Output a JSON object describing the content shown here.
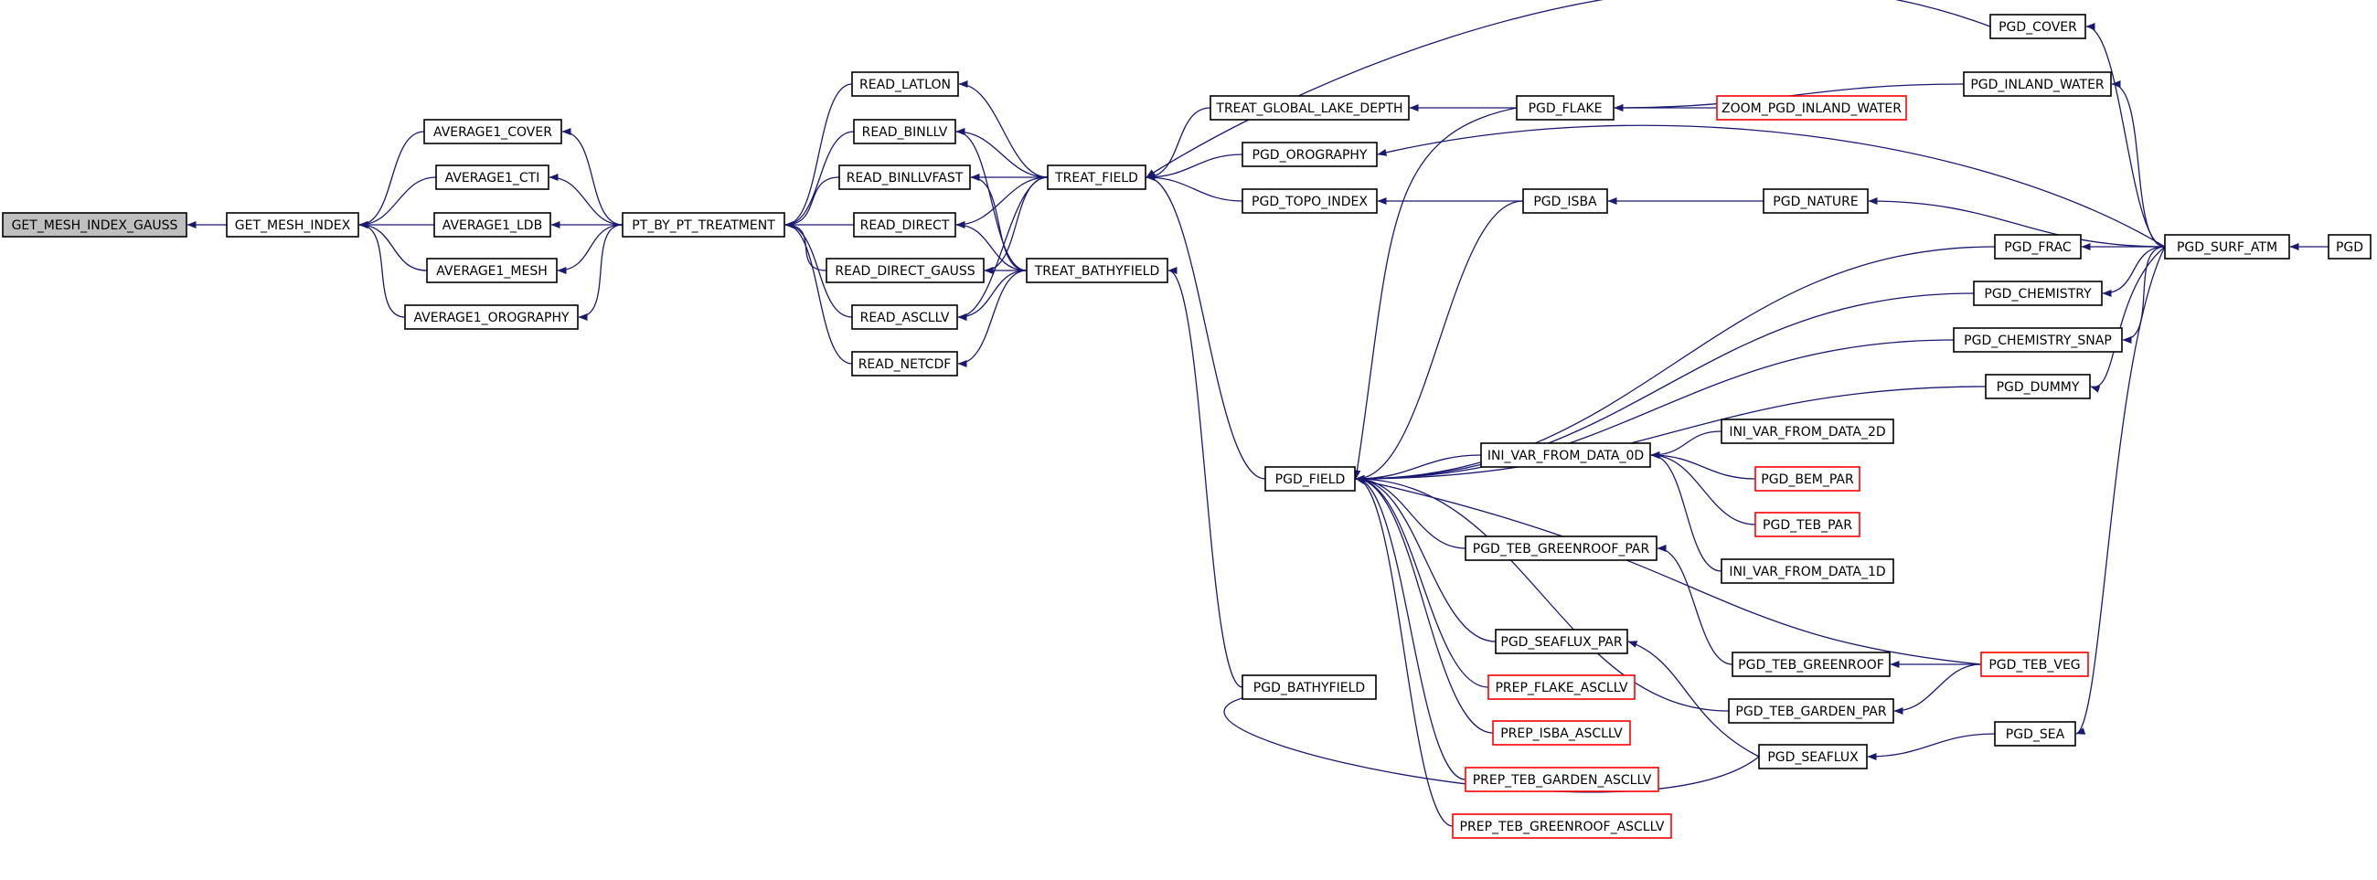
{
  "colors": {
    "edge": "#191970",
    "arrow": "#191970",
    "node_border": "#000000",
    "truncated_border": "#ff0000",
    "focus_fill": "#bfbfbf",
    "node_fill": "#ffffff"
  },
  "nodes": [
    {
      "id": "get_mesh_index_gauss",
      "label": "GET_MESH_INDEX_GAUSS",
      "kind": "focus"
    },
    {
      "id": "get_mesh_index",
      "label": "GET_MESH_INDEX",
      "kind": "normal"
    },
    {
      "id": "average1_cover",
      "label": "AVERAGE1_COVER",
      "kind": "normal"
    },
    {
      "id": "average1_cti",
      "label": "AVERAGE1_CTI",
      "kind": "normal"
    },
    {
      "id": "average1_ldb",
      "label": "AVERAGE1_LDB",
      "kind": "normal"
    },
    {
      "id": "average1_mesh",
      "label": "AVERAGE1_MESH",
      "kind": "normal"
    },
    {
      "id": "average1_orography",
      "label": "AVERAGE1_OROGRAPHY",
      "kind": "normal"
    },
    {
      "id": "pt_by_pt_treatment",
      "label": "PT_BY_PT_TREATMENT",
      "kind": "normal"
    },
    {
      "id": "read_latlon",
      "label": "READ_LATLON",
      "kind": "normal"
    },
    {
      "id": "read_binllv",
      "label": "READ_BINLLV",
      "kind": "normal"
    },
    {
      "id": "read_binllvfast",
      "label": "READ_BINLLVFAST",
      "kind": "normal"
    },
    {
      "id": "read_direct",
      "label": "READ_DIRECT",
      "kind": "normal"
    },
    {
      "id": "read_direct_gauss",
      "label": "READ_DIRECT_GAUSS",
      "kind": "normal"
    },
    {
      "id": "read_ascllv",
      "label": "READ_ASCLLV",
      "kind": "normal"
    },
    {
      "id": "read_netcdf",
      "label": "READ_NETCDF",
      "kind": "normal"
    },
    {
      "id": "treat_field",
      "label": "TREAT_FIELD",
      "kind": "normal"
    },
    {
      "id": "treat_bathyfield",
      "label": "TREAT_BATHYFIELD",
      "kind": "normal"
    },
    {
      "id": "treat_global_lake_depth",
      "label": "TREAT_GLOBAL_LAKE_DEPTH",
      "kind": "normal"
    },
    {
      "id": "pgd_orography",
      "label": "PGD_OROGRAPHY",
      "kind": "normal"
    },
    {
      "id": "pgd_topo_index",
      "label": "PGD_TOPO_INDEX",
      "kind": "normal"
    },
    {
      "id": "pgd_field",
      "label": "PGD_FIELD",
      "kind": "normal"
    },
    {
      "id": "pgd_bathyfield",
      "label": "PGD_BATHYFIELD",
      "kind": "normal"
    },
    {
      "id": "pgd_flake",
      "label": "PGD_FLAKE",
      "kind": "normal"
    },
    {
      "id": "zoom_pgd_inland_water",
      "label": "ZOOM_PGD_INLAND_WATER",
      "kind": "truncated"
    },
    {
      "id": "pgd_isba",
      "label": "PGD_ISBA",
      "kind": "normal"
    },
    {
      "id": "pgd_nature",
      "label": "PGD_NATURE",
      "kind": "normal"
    },
    {
      "id": "ini_var_from_data_0d",
      "label": "INI_VAR_FROM_DATA_0D",
      "kind": "normal"
    },
    {
      "id": "ini_var_from_data_2d",
      "label": "INI_VAR_FROM_DATA_2D",
      "kind": "normal"
    },
    {
      "id": "pgd_bem_par",
      "label": "PGD_BEM_PAR",
      "kind": "truncated"
    },
    {
      "id": "pgd_teb_par",
      "label": "PGD_TEB_PAR",
      "kind": "truncated"
    },
    {
      "id": "ini_var_from_data_1d",
      "label": "INI_VAR_FROM_DATA_1D",
      "kind": "normal"
    },
    {
      "id": "pgd_teb_greenroof_par",
      "label": "PGD_TEB_GREENROOF_PAR",
      "kind": "normal"
    },
    {
      "id": "pgd_seaflux_par",
      "label": "PGD_SEAFLUX_PAR",
      "kind": "normal"
    },
    {
      "id": "prep_flake_ascllv",
      "label": "PREP_FLAKE_ASCLLV",
      "kind": "truncated"
    },
    {
      "id": "prep_isba_ascllv",
      "label": "PREP_ISBA_ASCLLV",
      "kind": "truncated"
    },
    {
      "id": "prep_teb_garden_ascllv",
      "label": "PREP_TEB_GARDEN_ASCLLV",
      "kind": "truncated"
    },
    {
      "id": "prep_teb_greenroof_ascllv",
      "label": "PREP_TEB_GREENROOF_ASCLLV",
      "kind": "truncated"
    },
    {
      "id": "pgd_teb_greenroof",
      "label": "PGD_TEB_GREENROOF",
      "kind": "normal"
    },
    {
      "id": "pgd_teb_garden_par",
      "label": "PGD_TEB_GARDEN_PAR",
      "kind": "normal"
    },
    {
      "id": "pgd_seaflux",
      "label": "PGD_SEAFLUX",
      "kind": "normal"
    },
    {
      "id": "pgd_teb_veg",
      "label": "PGD_TEB_VEG",
      "kind": "truncated"
    },
    {
      "id": "pgd_sea",
      "label": "PGD_SEA",
      "kind": "normal"
    },
    {
      "id": "pgd_cover",
      "label": "PGD_COVER",
      "kind": "normal"
    },
    {
      "id": "pgd_inland_water",
      "label": "PGD_INLAND_WATER",
      "kind": "normal"
    },
    {
      "id": "pgd_frac",
      "label": "PGD_FRAC",
      "kind": "normal"
    },
    {
      "id": "pgd_chemistry",
      "label": "PGD_CHEMISTRY",
      "kind": "normal"
    },
    {
      "id": "pgd_chemistry_snap",
      "label": "PGD_CHEMISTRY_SNAP",
      "kind": "normal"
    },
    {
      "id": "pgd_dummy",
      "label": "PGD_DUMMY",
      "kind": "normal"
    },
    {
      "id": "pgd_surf_atm",
      "label": "PGD_SURF_ATM",
      "kind": "normal"
    },
    {
      "id": "pgd",
      "label": "PGD",
      "kind": "normal"
    }
  ],
  "edges": [
    {
      "from": "get_mesh_index",
      "to": "get_mesh_index_gauss"
    },
    {
      "from": "average1_cover",
      "to": "get_mesh_index"
    },
    {
      "from": "average1_cti",
      "to": "get_mesh_index"
    },
    {
      "from": "average1_ldb",
      "to": "get_mesh_index"
    },
    {
      "from": "average1_mesh",
      "to": "get_mesh_index"
    },
    {
      "from": "average1_orography",
      "to": "get_mesh_index"
    },
    {
      "from": "pt_by_pt_treatment",
      "to": "average1_cover"
    },
    {
      "from": "pt_by_pt_treatment",
      "to": "average1_cti"
    },
    {
      "from": "pt_by_pt_treatment",
      "to": "average1_ldb"
    },
    {
      "from": "pt_by_pt_treatment",
      "to": "average1_mesh"
    },
    {
      "from": "pt_by_pt_treatment",
      "to": "average1_orography"
    },
    {
      "from": "read_latlon",
      "to": "pt_by_pt_treatment"
    },
    {
      "from": "read_binllv",
      "to": "pt_by_pt_treatment"
    },
    {
      "from": "read_binllvfast",
      "to": "pt_by_pt_treatment"
    },
    {
      "from": "read_direct",
      "to": "pt_by_pt_treatment"
    },
    {
      "from": "read_direct_gauss",
      "to": "pt_by_pt_treatment"
    },
    {
      "from": "read_ascllv",
      "to": "pt_by_pt_treatment"
    },
    {
      "from": "read_netcdf",
      "to": "pt_by_pt_treatment"
    },
    {
      "from": "treat_field",
      "to": "read_latlon"
    },
    {
      "from": "treat_field",
      "to": "read_binllv"
    },
    {
      "from": "treat_field",
      "to": "read_binllvfast"
    },
    {
      "from": "treat_field",
      "to": "read_direct"
    },
    {
      "from": "treat_field",
      "to": "read_direct_gauss"
    },
    {
      "from": "treat_field",
      "to": "read_ascllv"
    },
    {
      "from": "treat_bathyfield",
      "to": "read_binllv"
    },
    {
      "from": "treat_bathyfield",
      "to": "read_binllvfast"
    },
    {
      "from": "treat_bathyfield",
      "to": "read_direct"
    },
    {
      "from": "treat_bathyfield",
      "to": "read_direct_gauss"
    },
    {
      "from": "treat_bathyfield",
      "to": "read_ascllv"
    },
    {
      "from": "treat_bathyfield",
      "to": "read_netcdf"
    },
    {
      "from": "treat_global_lake_depth",
      "to": "treat_field"
    },
    {
      "from": "pgd_orography",
      "to": "treat_field"
    },
    {
      "from": "pgd_topo_index",
      "to": "treat_field"
    },
    {
      "from": "pgd_field",
      "to": "treat_field"
    },
    {
      "from": "pgd_cover",
      "to": "treat_field"
    },
    {
      "from": "pgd_bathyfield",
      "to": "treat_bathyfield"
    },
    {
      "from": "pgd_flake",
      "to": "treat_global_lake_depth"
    },
    {
      "from": "pgd_isba",
      "to": "pgd_topo_index"
    },
    {
      "from": "pgd_flake",
      "to": "pgd_field"
    },
    {
      "from": "pgd_isba",
      "to": "pgd_field"
    },
    {
      "from": "pgd_frac",
      "to": "pgd_field"
    },
    {
      "from": "pgd_chemistry",
      "to": "pgd_field"
    },
    {
      "from": "pgd_chemistry_snap",
      "to": "pgd_field"
    },
    {
      "from": "pgd_dummy",
      "to": "pgd_field"
    },
    {
      "from": "ini_var_from_data_0d",
      "to": "pgd_field"
    },
    {
      "from": "pgd_teb_greenroof_par",
      "to": "pgd_field"
    },
    {
      "from": "pgd_seaflux_par",
      "to": "pgd_field"
    },
    {
      "from": "prep_flake_ascllv",
      "to": "pgd_field"
    },
    {
      "from": "prep_isba_ascllv",
      "to": "pgd_field"
    },
    {
      "from": "prep_teb_garden_ascllv",
      "to": "pgd_field"
    },
    {
      "from": "prep_teb_greenroof_ascllv",
      "to": "pgd_field"
    },
    {
      "from": "pgd_teb_garden_par",
      "to": "pgd_field"
    },
    {
      "from": "pgd_teb_veg",
      "to": "pgd_field"
    },
    {
      "from": "pgd_seaflux",
      "to": "pgd_bathyfield"
    },
    {
      "from": "zoom_pgd_inland_water",
      "to": "pgd_flake"
    },
    {
      "from": "pgd_inland_water",
      "to": "pgd_flake"
    },
    {
      "from": "pgd_nature",
      "to": "pgd_isba"
    },
    {
      "from": "ini_var_from_data_2d",
      "to": "ini_var_from_data_0d"
    },
    {
      "from": "pgd_bem_par",
      "to": "ini_var_from_data_0d"
    },
    {
      "from": "pgd_teb_par",
      "to": "ini_var_from_data_0d"
    },
    {
      "from": "ini_var_from_data_1d",
      "to": "ini_var_from_data_0d"
    },
    {
      "from": "pgd_teb_greenroof",
      "to": "pgd_teb_greenroof_par"
    },
    {
      "from": "pgd_seaflux",
      "to": "pgd_seaflux_par"
    },
    {
      "from": "pgd_teb_veg",
      "to": "pgd_teb_greenroof"
    },
    {
      "from": "pgd_teb_veg",
      "to": "pgd_teb_garden_par"
    },
    {
      "from": "pgd_sea",
      "to": "pgd_seaflux"
    },
    {
      "from": "pgd_surf_atm",
      "to": "pgd_orography"
    },
    {
      "from": "pgd_surf_atm",
      "to": "pgd_nature"
    },
    {
      "from": "pgd_surf_atm",
      "to": "pgd_cover"
    },
    {
      "from": "pgd_surf_atm",
      "to": "pgd_inland_water"
    },
    {
      "from": "pgd_surf_atm",
      "to": "pgd_frac"
    },
    {
      "from": "pgd_surf_atm",
      "to": "pgd_chemistry"
    },
    {
      "from": "pgd_surf_atm",
      "to": "pgd_chemistry_snap"
    },
    {
      "from": "pgd_surf_atm",
      "to": "pgd_dummy"
    },
    {
      "from": "pgd_surf_atm",
      "to": "pgd_sea"
    },
    {
      "from": "pgd",
      "to": "pgd_surf_atm"
    }
  ]
}
